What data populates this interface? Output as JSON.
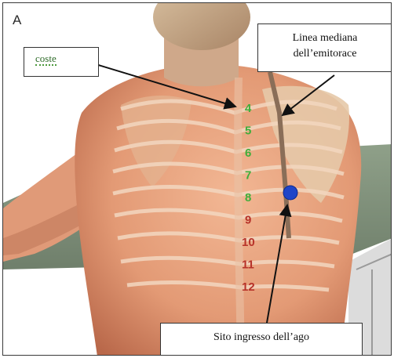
{
  "panel_label": "A",
  "callouts": {
    "ribs": "coste",
    "midline_line1": "Linea mediana",
    "midline_line2": "dell’emitorace",
    "needle_site": "Sito ingresso dell’ago"
  },
  "rib_numbers": [
    {
      "text": "4",
      "color": "#3fae3a"
    },
    {
      "text": "5",
      "color": "#3fae3a"
    },
    {
      "text": "6",
      "color": "#3fae3a"
    },
    {
      "text": "7",
      "color": "#3fae3a"
    },
    {
      "text": "8",
      "color": "#3fae3a"
    },
    {
      "text": "9",
      "color": "#b7332a"
    },
    {
      "text": "10",
      "color": "#b7332a"
    },
    {
      "text": "11",
      "color": "#b7332a"
    },
    {
      "text": "12",
      "color": "#b7332a"
    }
  ],
  "colors": {
    "skin": "#e9a27e",
    "skin_shadow": "#c9795a",
    "scapula": "#e7cdb0",
    "table": "#7e8f79",
    "needle_marker": "#1f44c8",
    "arrow": "#111111"
  }
}
